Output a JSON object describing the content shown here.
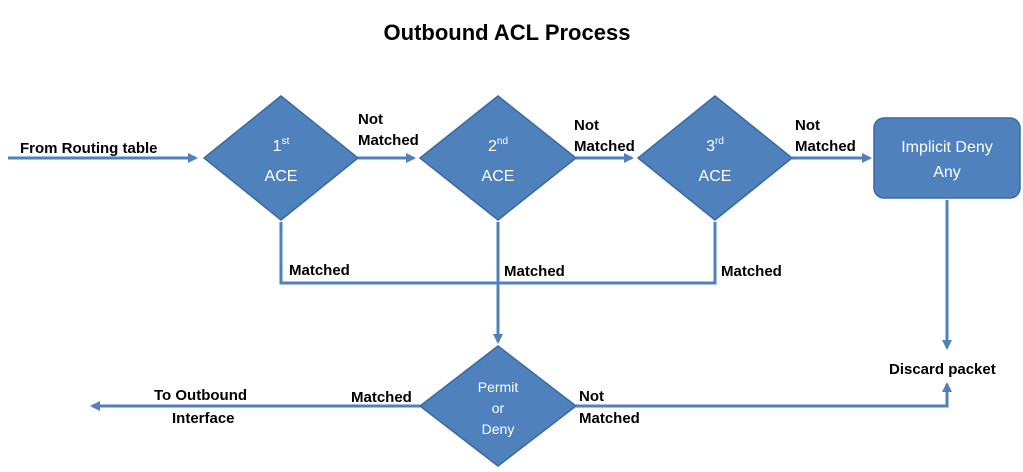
{
  "title": "Outbound ACL Process",
  "colors": {
    "shape_fill": "#4f81bd",
    "shape_stroke": "#3a6aa3",
    "connector": "#4f81bd",
    "text_on_shape": "#ffffff"
  },
  "nodes": {
    "ace1": {
      "num": "1",
      "sup": "st",
      "label": "ACE"
    },
    "ace2": {
      "num": "2",
      "sup": "nd",
      "label": "ACE"
    },
    "ace3": {
      "num": "3",
      "sup": "rd",
      "label": "ACE"
    },
    "implicit": {
      "line1": "Implicit Deny",
      "line2": "Any"
    },
    "permit": {
      "line1": "Permit",
      "line2": "or",
      "line3": "Deny"
    }
  },
  "labels": {
    "from_routing": "From Routing table",
    "not_1": "Not",
    "matched_not_1": "Matched",
    "not_2": "Not",
    "matched_not_2": "Matched",
    "not_3": "Not",
    "matched_not_3": "Matched",
    "matched_1": "Matched",
    "matched_2": "Matched",
    "matched_3": "Matched",
    "discard": "Discard packet",
    "to_outbound_1": "To Outbound",
    "to_outbound_2": "Interface",
    "matched_permit": "Matched",
    "not_permit": "Not",
    "matched_not_permit": "Matched"
  }
}
